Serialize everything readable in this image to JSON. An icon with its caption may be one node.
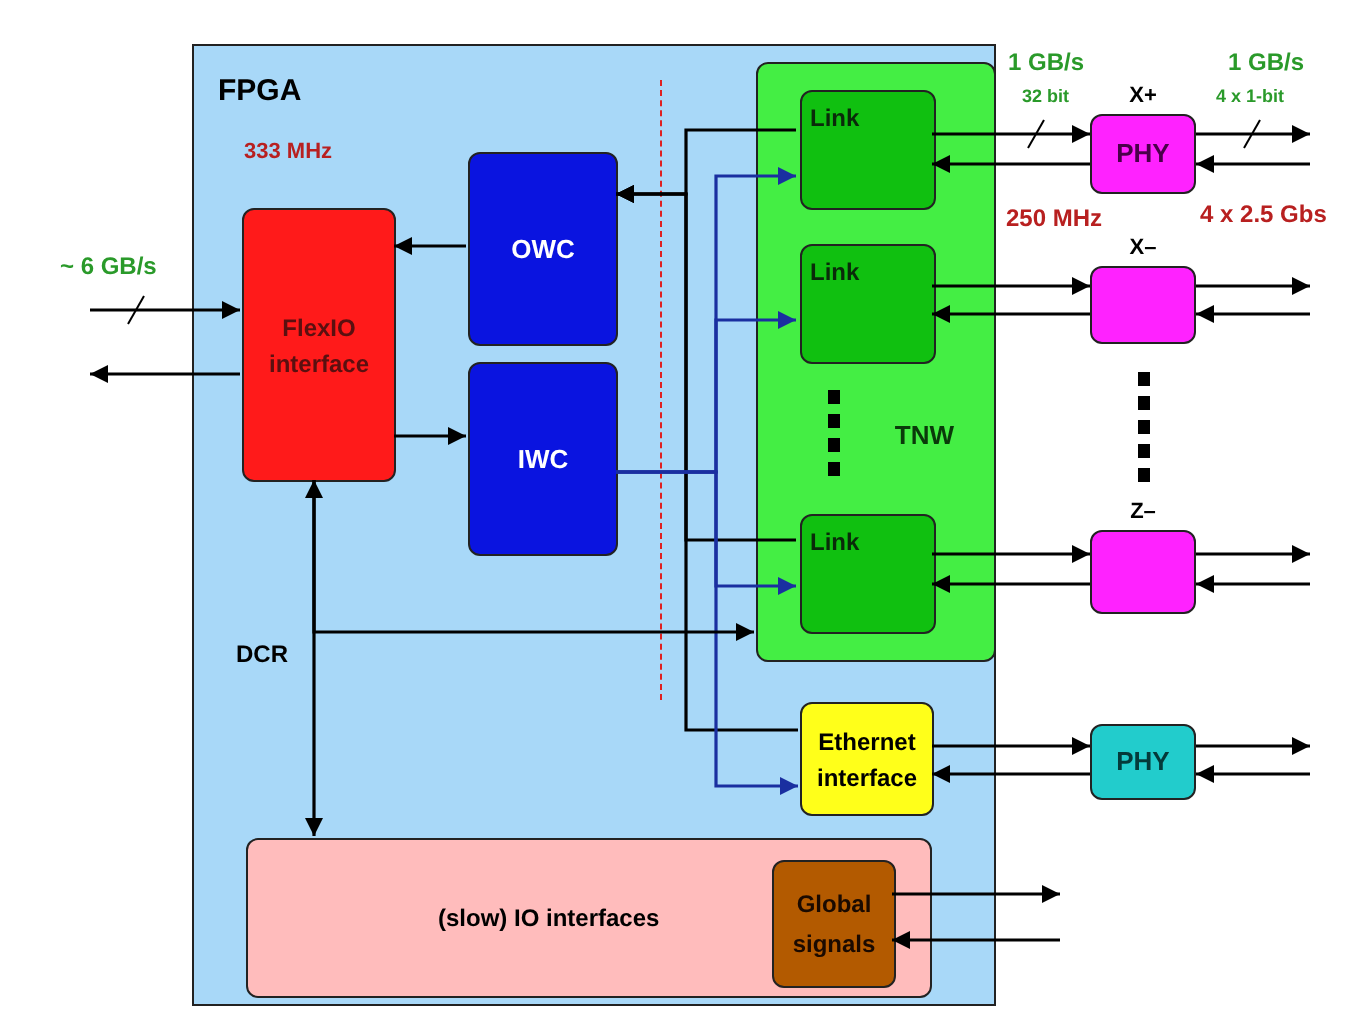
{
  "diagram": {
    "nodes": [
      {
        "text": [
          "FPGA"
        ]
      },
      {
        "text": [
          "FlexIO interface"
        ],
        "in": 0
      },
      {
        "text": [
          "OWC"
        ],
        "in": 0
      },
      {
        "text": [
          "IWC"
        ],
        "in": 0
      },
      {
        "text": [
          "TNW"
        ],
        "in": 0
      },
      {
        "text": [
          "Link"
        ],
        "in": 4
      },
      {
        "text": [
          "Link"
        ],
        "in": 4
      },
      {
        "text": [
          "Link"
        ],
        "in": 4
      },
      {
        "text": [
          "Ethernet interface"
        ],
        "in": 0
      },
      {
        "text": [
          "(slow) IO interfaces"
        ],
        "in": 0
      },
      {
        "text": [
          "Global signals"
        ],
        "in": 9
      },
      {
        "text": [
          "PHY"
        ],
        "beside": [
          "X+"
        ]
      },
      {
        "text": [],
        "shape": "box",
        "beside": [
          "X–"
        ]
      },
      {
        "text": [],
        "shape": "box",
        "beside": [
          "Z–"
        ]
      },
      {
        "text": [
          "PHY"
        ]
      }
    ],
    "edges": [
      {
        "from": null,
        "to": 1,
        "arrow": "to",
        "label": "~ 6 GB/s"
      },
      {
        "from": 1,
        "to": null,
        "arrow": "to"
      },
      {
        "from": 2,
        "to": 1,
        "arrow": "to"
      },
      {
        "from": 1,
        "to": 3,
        "arrow": "to"
      },
      {
        "from": 5,
        "to": 2,
        "arrow": "to"
      },
      {
        "from": 7,
        "to": 2,
        "arrow": "to"
      },
      {
        "from": 8,
        "to": 2,
        "arrow": "to"
      },
      {
        "from": 3,
        "to": 5,
        "arrow": "to",
        "color": "#1a2fa0"
      },
      {
        "from": 3,
        "to": 6,
        "arrow": "to",
        "color": "#1a2fa0"
      },
      {
        "from": 3,
        "to": 7,
        "arrow": "to",
        "color": "#1a2fa0"
      },
      {
        "from": 3,
        "to": 8,
        "arrow": "to",
        "color": "#1a2fa0"
      },
      {
        "from": 1,
        "to": 9,
        "arrow": "both",
        "label": "DCR"
      },
      {
        "from": 1,
        "to": 4,
        "arrow": "to"
      },
      {
        "from": 5,
        "to": 11,
        "arrow": "to"
      },
      {
        "from": 11,
        "to": 5,
        "arrow": "to"
      },
      {
        "from": 11,
        "to": null,
        "arrow": "to"
      },
      {
        "from": null,
        "to": 11,
        "arrow": "to"
      },
      {
        "from": 6,
        "to": 12,
        "arrow": "to"
      },
      {
        "from": 12,
        "to": 6,
        "arrow": "to"
      },
      {
        "from": 12,
        "to": null,
        "arrow": "to"
      },
      {
        "from": null,
        "to": 12,
        "arrow": "to"
      },
      {
        "from": 7,
        "to": 13,
        "arrow": "to"
      },
      {
        "from": 13,
        "to": 7,
        "arrow": "to"
      },
      {
        "from": 13,
        "to": null,
        "arrow": "to"
      },
      {
        "from": null,
        "to": 13,
        "arrow": "to"
      },
      {
        "from": 8,
        "to": 14,
        "arrow": "to"
      },
      {
        "from": 14,
        "to": 8,
        "arrow": "to"
      },
      {
        "from": 14,
        "to": null,
        "arrow": "to"
      },
      {
        "from": null,
        "to": 14,
        "arrow": "to"
      },
      {
        "from": 10,
        "to": null,
        "arrow": "to"
      },
      {
        "from": null,
        "to": 10,
        "arrow": "to"
      }
    ],
    "labels": [
      "333 MHz",
      "1 GB/s",
      "32 bit",
      "1 GB/s",
      "4 x 1-bit",
      "250 MHz",
      "4 x 2.5 Gbs"
    ]
  }
}
